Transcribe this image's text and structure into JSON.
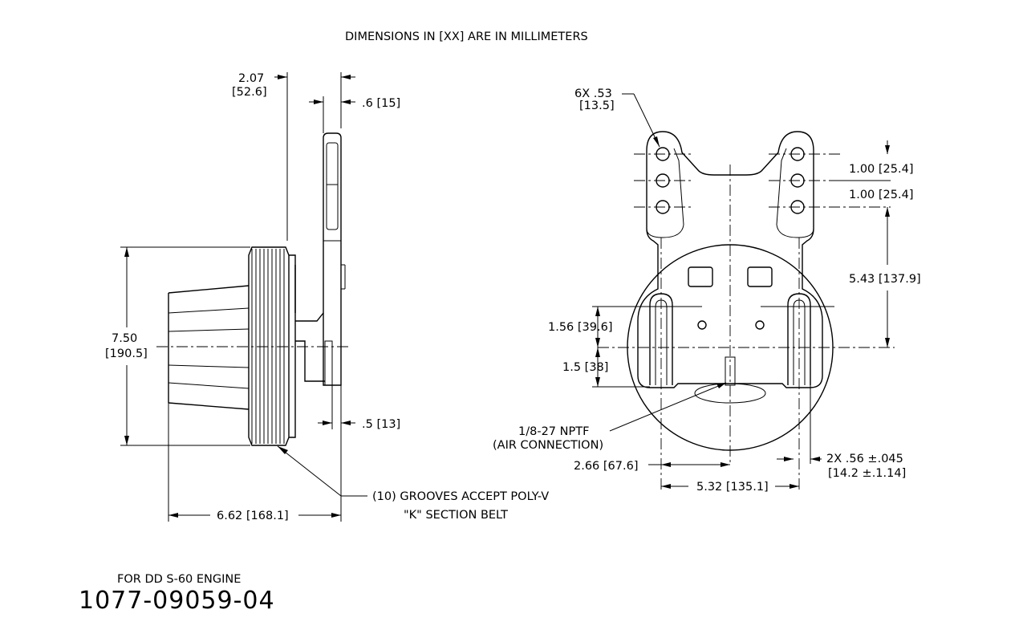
{
  "header": {
    "note": "DIMENSIONS IN [XX] ARE IN MILLIMETERS"
  },
  "side_view": {
    "dim_hub_offset": [
      "2.07",
      "[52.6]"
    ],
    "dim_bracket_thickness": ".6 [15]",
    "dim_pulley_diameter": [
      "7.50",
      "[190.5]"
    ],
    "dim_stud": ".5 [13]",
    "dim_overall_length": "6.62 [168.1]",
    "grooves_note": [
      "(10) GROOVES ACCEPT POLY-V",
      "\"K\" SECTION BELT"
    ]
  },
  "front_view": {
    "hole_callout": [
      "6X .53",
      "[13.5]"
    ],
    "hole_spacing_1": "1.00 [25.4]",
    "hole_spacing_2": "1.00 [25.4]",
    "slot_to_center_vertical": "5.43 [137.9]",
    "slot_length": "1.56 [39.6]",
    "below_center": "1.5 [38]",
    "air_connection": [
      "1/8-27 NPTF",
      "(AIR CONNECTION)"
    ],
    "half_slot_spacing": "2.66 [67.6]",
    "slot_spacing": "5.32 [135.1]",
    "slot_width": [
      "2X .56 ±.045",
      "[14.2 ±.1.14]"
    ]
  },
  "footer": {
    "engine_note": "FOR DD S-60 ENGINE",
    "part_number": "1077-09059-04"
  }
}
